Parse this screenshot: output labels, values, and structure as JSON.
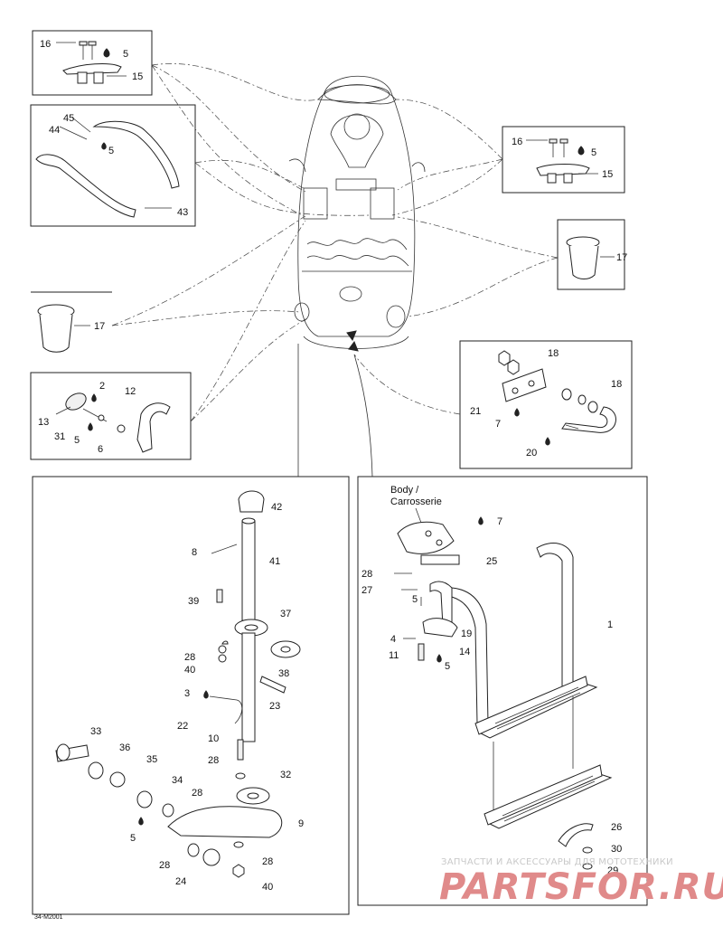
{
  "diagram": {
    "code": "34-M2001",
    "body_label_line1": "Body /",
    "body_label_line2": "Carrosserie",
    "watermark": {
      "small": "ЗАПЧАСТИ И АКСЕССУАРЫ ДЛЯ МОТОТЕХНИКИ",
      "big": "PARTSFOR.RU"
    },
    "callouts": {
      "tl_16": "16",
      "tl_5": "5",
      "tl_15": "15",
      "h_45": "45",
      "h_44": "44",
      "h_5": "5",
      "h_43": "43",
      "tr_16": "16",
      "tr_5": "5",
      "tr_15": "15",
      "cup_r_17": "17",
      "cup_l_17": "17",
      "lk_2": "2",
      "lk_12": "12",
      "lk_13": "13",
      "lk_31": "31",
      "lk_5": "5",
      "lk_6": "6",
      "tw_18a": "18",
      "tw_18b": "18",
      "tw_21": "21",
      "tw_7": "7",
      "tw_20": "20",
      "p_42": "42",
      "p_8": "8",
      "p_41": "41",
      "p_39": "39",
      "p_37": "37",
      "p_28a": "28",
      "p_40a": "40",
      "p_38": "38",
      "p_3": "3",
      "p_23": "23",
      "p_22": "22",
      "p_10": "10",
      "p_28b": "28",
      "p_33": "33",
      "p_36": "36",
      "p_35": "35",
      "p_32": "32",
      "p_34": "34",
      "p_28c": "28",
      "p_9": "9",
      "p_5": "5",
      "p_28d": "28",
      "p_28e": "28",
      "p_24": "24",
      "p_40b": "40",
      "l_7": "7",
      "l_25": "25",
      "l_28a": "28",
      "l_27": "27",
      "l_5a": "5",
      "l_1": "1",
      "l_19": "19",
      "l_4": "4",
      "l_14": "14",
      "l_11": "11",
      "l_5b": "5",
      "l_26": "26",
      "l_30": "30",
      "l_29": "29"
    }
  }
}
